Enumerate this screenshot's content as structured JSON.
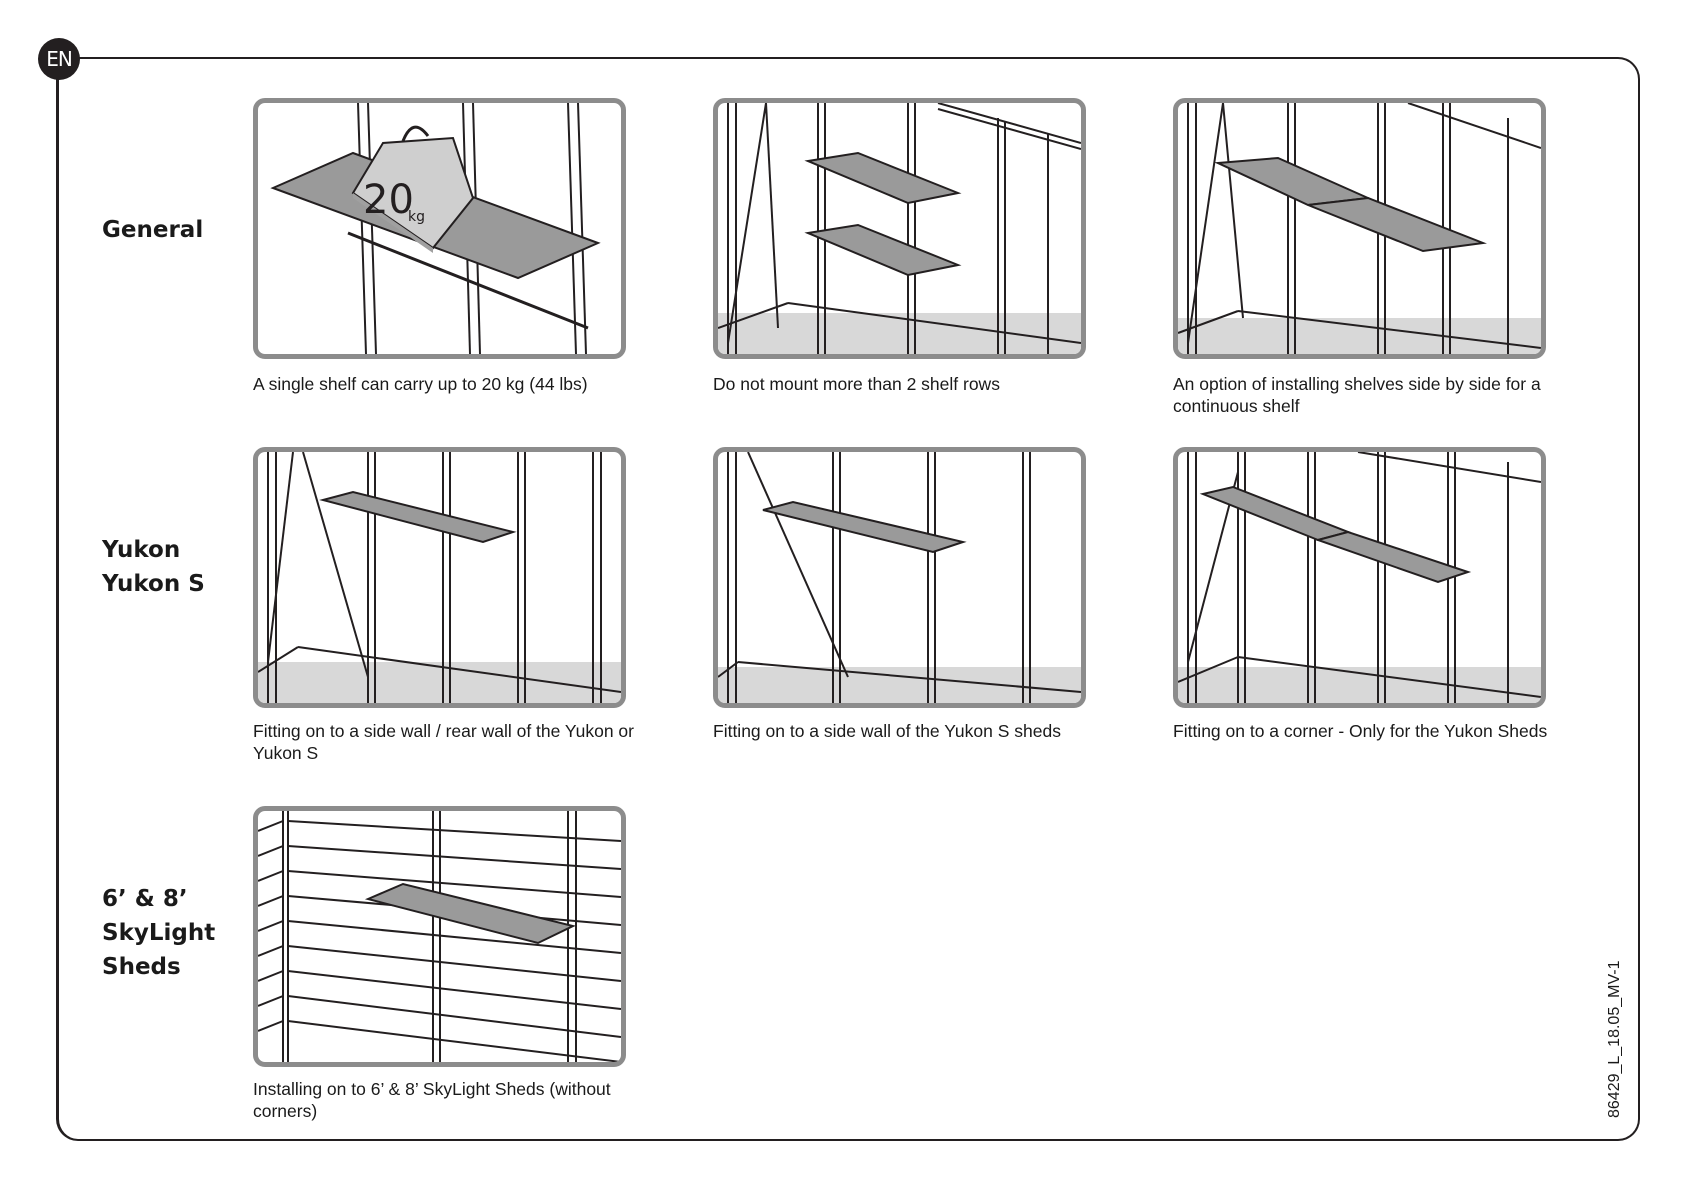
{
  "language_badge": "EN",
  "rows": [
    {
      "label_lines": [
        "General"
      ]
    },
    {
      "label_lines": [
        "Yukon",
        "Yukon S"
      ]
    },
    {
      "label_lines": [
        "6’ & 8’",
        "SkyLight",
        "Sheds"
      ]
    }
  ],
  "panels": [
    {
      "caption": "A single shelf can carry up to 20 kg (44 lbs)",
      "weight_value": "20",
      "weight_unit": "kg"
    },
    {
      "caption": "Do not mount more than 2 shelf rows"
    },
    {
      "caption": "An option of installing shelves side by side for a continuous shelf"
    },
    {
      "caption": "Fitting on to a side wall / rear wall of the Yukon or Yukon S"
    },
    {
      "caption": "Fitting on to a side wall of the Yukon S sheds"
    },
    {
      "caption": "Fitting on to a corner - Only for the Yukon Sheds"
    },
    {
      "caption": "Installing on to  6’ & 8’ SkyLight Sheds (without corners)"
    }
  ],
  "document_number": "86429_L_18.05_MV-1",
  "colors": {
    "frame": "#231f20",
    "panel_border": "#8c8c8c",
    "shelf": "#9a9a9a",
    "floor": "#d8d8d8"
  }
}
